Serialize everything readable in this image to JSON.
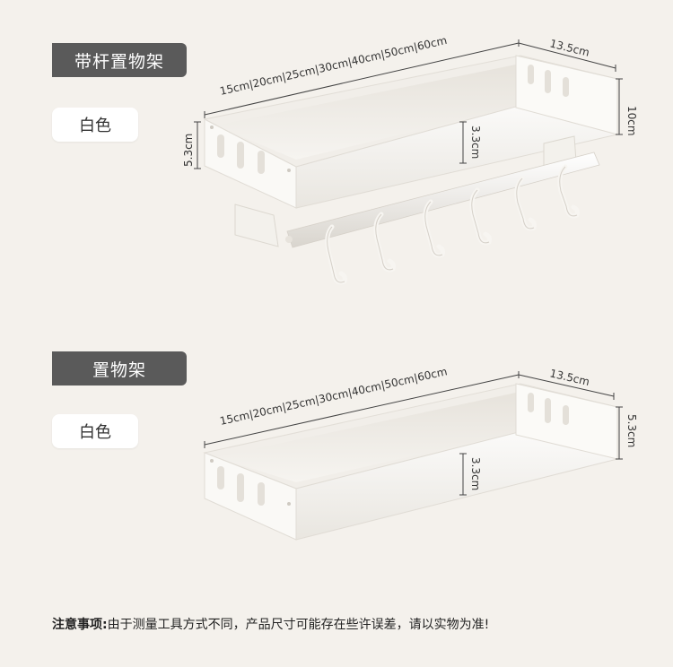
{
  "product1": {
    "tag": "带杆置物架",
    "color": "白色",
    "length_label": "15cm|20cm|25cm|30cm|40cm|50cm|60cm",
    "depth_label": "13.5cm",
    "height_label": "10cm",
    "side_label": "5.3cm",
    "inner_label": "3.3cm"
  },
  "product2": {
    "tag": "置物架",
    "color": "白色",
    "length_label": "15cm|20cm|25cm|30cm|40cm|50cm|60cm",
    "depth_label": "13.5cm",
    "height_label": "5.3cm",
    "inner_label": "3.3cm"
  },
  "note": {
    "title": "注意事项:",
    "text": "由于测量工具方式不同，产品尺寸可能存在些许误差，请以实物为准!"
  },
  "colors": {
    "background": "#f4f1ec",
    "tag_bg": "#5a5a5a",
    "chip_bg": "#ffffff",
    "shelf": "#f7f6f3"
  }
}
